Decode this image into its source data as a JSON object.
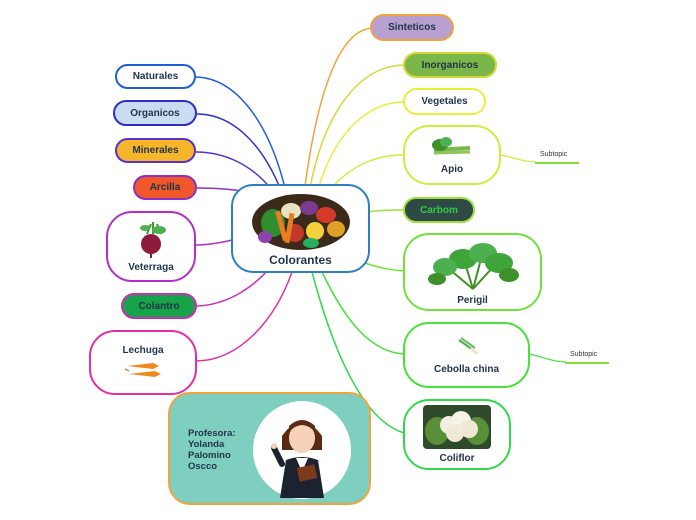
{
  "center": {
    "label": "Colorantes"
  },
  "left_topics": [
    {
      "label": "Naturales"
    },
    {
      "label": "Organicos"
    },
    {
      "label": "Minerales"
    },
    {
      "label": "Arcilla"
    },
    {
      "label": "Veterraga"
    },
    {
      "label": "Colantro"
    },
    {
      "label": "Lechuga"
    }
  ],
  "right_topics": [
    {
      "label": "Sinteticos"
    },
    {
      "label": "Inorganicos"
    },
    {
      "label": "Vegetales"
    },
    {
      "label": "Apio"
    },
    {
      "label": "Carbom"
    },
    {
      "label": "Perigil"
    },
    {
      "label": "Cebolla china"
    },
    {
      "label": "Coliflor"
    }
  ],
  "subtopics": [
    {
      "label": "Subtopic"
    },
    {
      "label": "Subtopic"
    }
  ],
  "teacher": {
    "line1": "Profesora:",
    "line2": "Yolanda",
    "line3": "Palomino",
    "line4": "Oscco"
  },
  "colors": {
    "center_border": "#2e7fc0",
    "naturales": "#1f5fd6",
    "organicos": "#2d2fc4",
    "minerales": "#5a2fd0",
    "arcilla": "#8b2fc9",
    "veterraga": "#b02fc9",
    "colantro": "#c92fb5",
    "lechuga": "#e02faa",
    "sinteticos": "#f2a33c",
    "inorganicos": "#d8d63a",
    "vegetales": "#e5f03a",
    "apio": "#c8f03a",
    "carbom": "#9ae23a",
    "perigil": "#6fe23a",
    "cebolla": "#45e23a",
    "coliflor": "#33d84a"
  }
}
